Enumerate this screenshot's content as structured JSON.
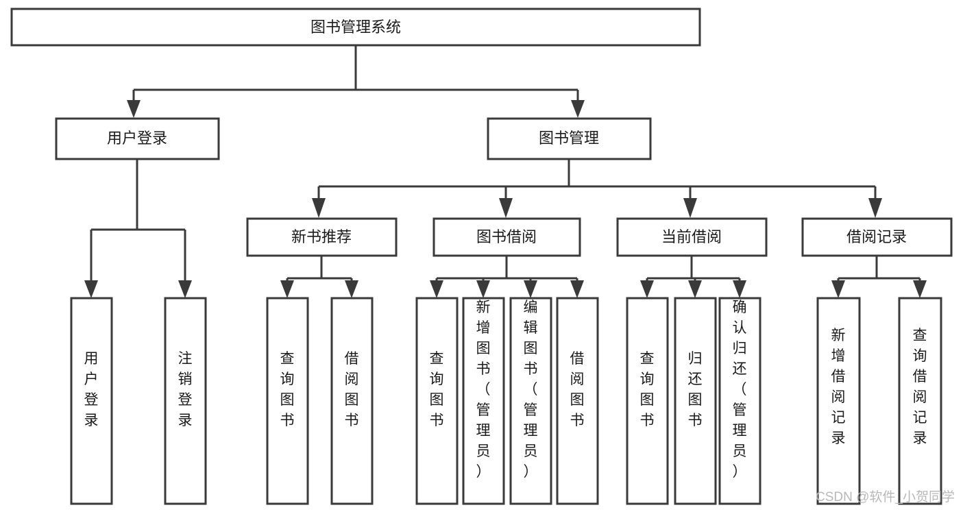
{
  "diagram": {
    "type": "tree-hierarchy-chart",
    "title": "图书管理系统",
    "orientation": "top-down",
    "colors": {
      "box_fill": "#ffffff",
      "box_stroke": "#3a3a3a",
      "connector": "#3a3a3a",
      "text": "#1a1a1a",
      "watermark": "#b8b8b8",
      "background": "#ffffff"
    },
    "root": {
      "label": "图书管理系统"
    },
    "level2": [
      {
        "label": "用户登录"
      },
      {
        "label": "图书管理"
      }
    ],
    "level3": [
      {
        "label": "新书推荐"
      },
      {
        "label": "图书借阅"
      },
      {
        "label": "当前借阅"
      },
      {
        "label": "借阅记录"
      }
    ],
    "leaves": {
      "user_login": [
        {
          "label": "用户登录"
        },
        {
          "label": "注销登录"
        }
      ],
      "new_book_recommend": [
        {
          "label": "查询图书"
        },
        {
          "label": "借阅图书"
        }
      ],
      "book_borrow": [
        {
          "label": "查询图书"
        },
        {
          "label": "新增图书（管理员）"
        },
        {
          "label": "编辑图书（管理员）"
        },
        {
          "label": "借阅图书"
        }
      ],
      "current_borrow": [
        {
          "label": "查询图书"
        },
        {
          "label": "归还图书"
        },
        {
          "label": "确认归还（管理员）"
        }
      ],
      "borrow_record": [
        {
          "label": "新增借阅记录"
        },
        {
          "label": "查询借阅记录"
        }
      ]
    }
  },
  "watermark": {
    "text": "CSDN @软件_小贺同学"
  }
}
